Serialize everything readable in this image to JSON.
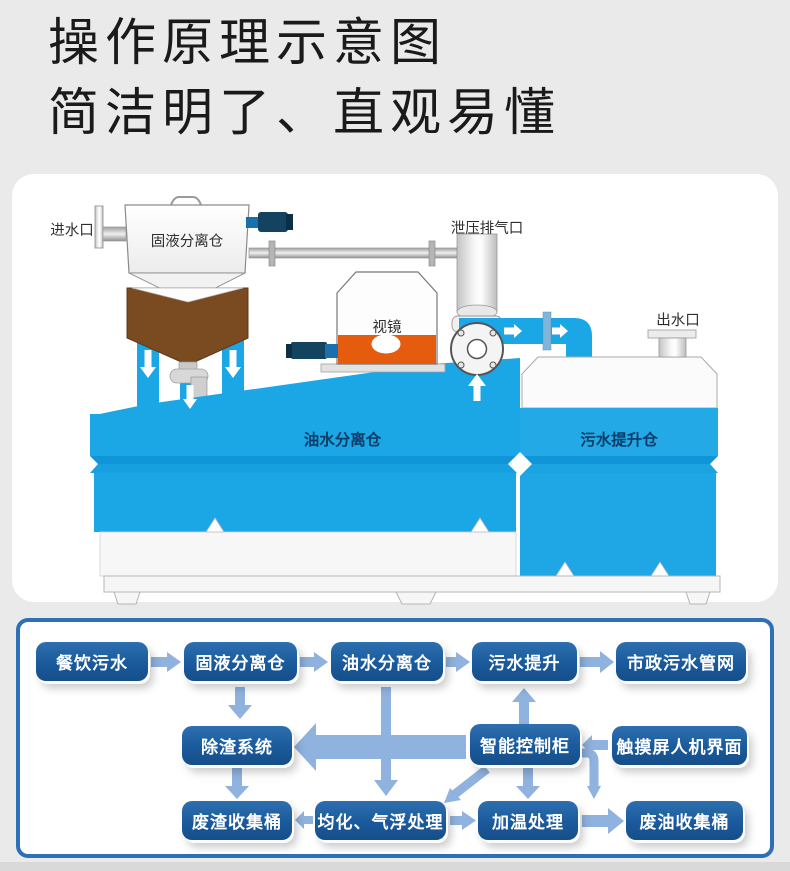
{
  "title": {
    "line1": "操作原理示意图",
    "line2": "简洁明了、直观易懂"
  },
  "equipment": {
    "labels": {
      "inlet": "进水口",
      "solid_liquid_chamber": "固液分离仓",
      "relief_vent": "泄压排气口",
      "sight_glass": "视镜",
      "outlet": "出水口",
      "oil_water_chamber": "油水分离仓",
      "sewage_lift_chamber": "污水提升仓"
    },
    "colors": {
      "tank_blue": "#1ba6e6",
      "hopper_brown": "#7a4b20",
      "sight_glass_orange": "#e65c0e",
      "motor_navy": "#14435f"
    }
  },
  "flowchart": {
    "colors": {
      "node_blue": "#1a5a9c",
      "arrow_blue": "#8fb2de",
      "panel_border": "#2f6fb5"
    },
    "nodes": [
      {
        "id": "catering-wastewater",
        "label": "餐饮污水"
      },
      {
        "id": "solid-liquid-separation",
        "label": "固液分离仓"
      },
      {
        "id": "oil-water-separation",
        "label": "油水分离仓"
      },
      {
        "id": "sewage-lift",
        "label": "污水提升"
      },
      {
        "id": "municipal-pipe-network",
        "label": "市政污水管网"
      },
      {
        "id": "slag-removal-system",
        "label": "除渣系统"
      },
      {
        "id": "smart-control-cabinet",
        "label": "智能控制柜"
      },
      {
        "id": "touchscreen-hmi",
        "label": "触摸屏人机界面"
      },
      {
        "id": "waste-residue-bucket",
        "label": "废渣收集桶"
      },
      {
        "id": "equalization-flotation",
        "label": "均化、气浮处理"
      },
      {
        "id": "heating-treatment",
        "label": "加温处理"
      },
      {
        "id": "waste-oil-bucket",
        "label": "废油收集桶"
      }
    ]
  }
}
